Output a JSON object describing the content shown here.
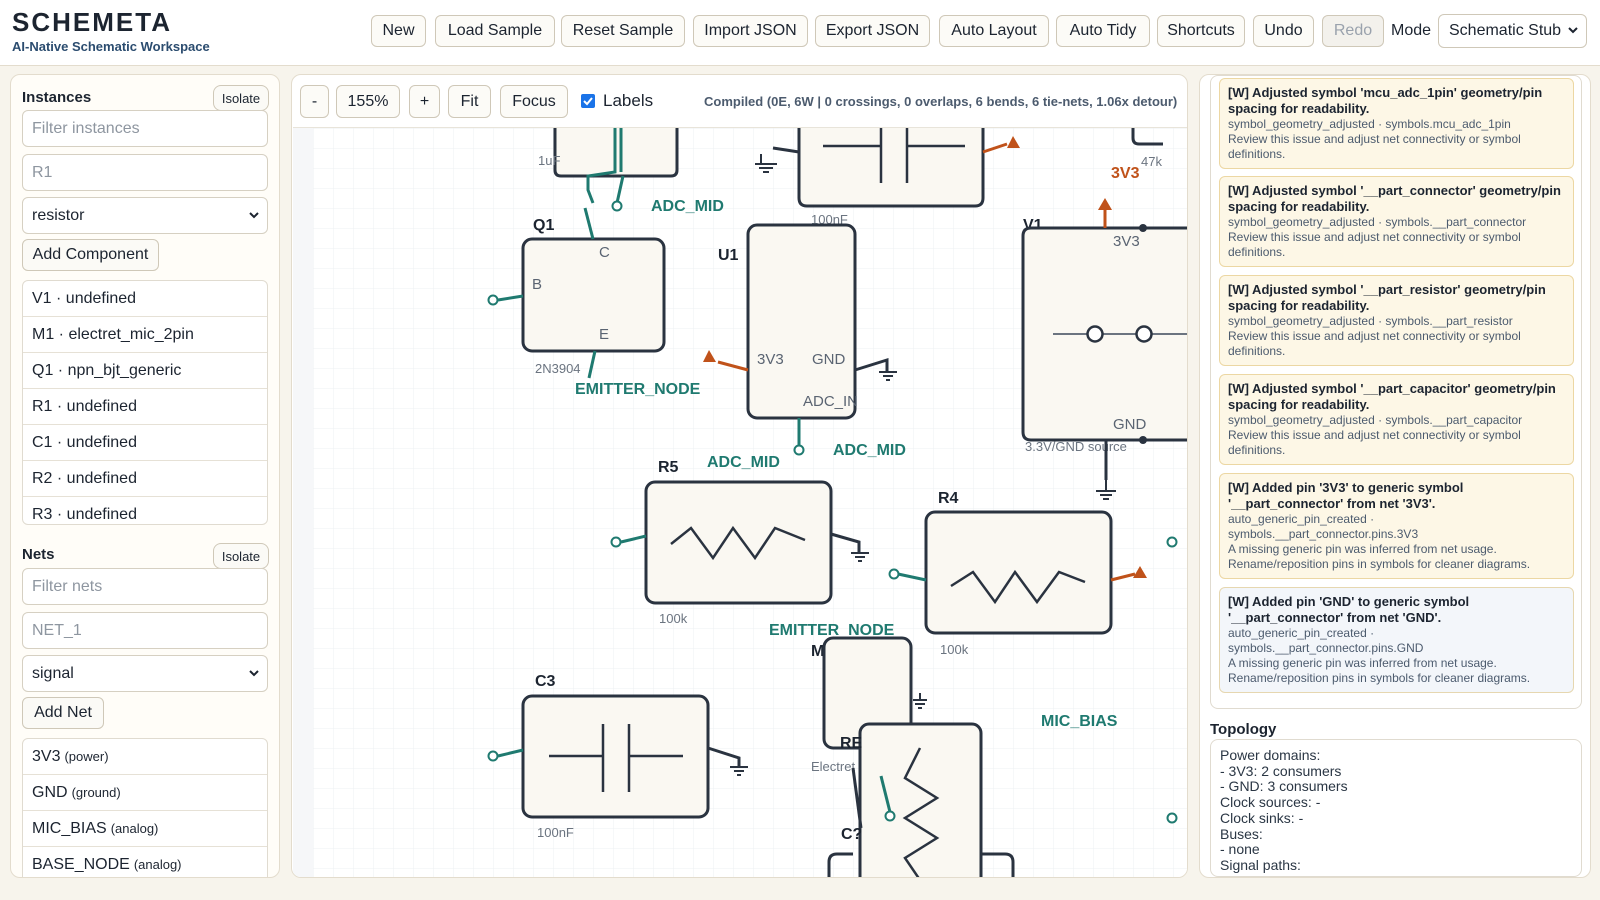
{
  "app": {
    "title": "SCHEMETA",
    "subtitle": "AI-Native Schematic Workspace"
  },
  "toolbar": {
    "buttons": [
      "New",
      "Load Sample",
      "Reset Sample",
      "Import JSON",
      "Export JSON",
      "Auto Layout",
      "Auto Tidy",
      "Shortcuts",
      "Undo",
      "Redo"
    ],
    "mode_label": "Mode",
    "mode_value": "Schematic Stub"
  },
  "instances": {
    "heading": "Instances",
    "isolate": "Isolate",
    "filter_placeholder": "Filter instances",
    "ref_placeholder": "R1",
    "type_value": "resistor",
    "add_label": "Add Component",
    "items": [
      "V1 · undefined",
      "M1 · electret_mic_2pin",
      "Q1 · npn_bjt_generic",
      "R1 · undefined",
      "C1 · undefined",
      "R2 · undefined",
      "R3 · undefined"
    ]
  },
  "nets": {
    "heading": "Nets",
    "isolate": "Isolate",
    "filter_placeholder": "Filter nets",
    "name_placeholder": "NET_1",
    "type_value": "signal",
    "add_label": "Add Net",
    "items": [
      {
        "name": "3V3",
        "kind": "(power)"
      },
      {
        "name": "GND",
        "kind": "(ground)"
      },
      {
        "name": "MIC_BIAS",
        "kind": "(analog)"
      },
      {
        "name": "BASE_NODE",
        "kind": "(analog)"
      }
    ]
  },
  "canvas_toolbar": {
    "zoom_out": "-",
    "zoom": "155%",
    "zoom_in": "+",
    "fit": "Fit",
    "focus": "Focus",
    "labels": "Labels",
    "labels_checked": true,
    "status": "Compiled (0E, 6W | 0 crossings, 0 overlaps, 6 bends, 6 tie-nets, 1.06x detour)"
  },
  "schematic": {
    "refs": {
      "q1": "Q1",
      "u1": "U1",
      "v1": "V1",
      "r5": "R5",
      "r4": "R4",
      "c3": "C3",
      "m1": "M1",
      "re": "RE",
      "cq": "C?"
    },
    "pins": {
      "c": "C",
      "b": "B",
      "e": "E",
      "v3": "3V3",
      "gnd": "GND",
      "adc_in": "ADC_IN",
      "v1_3v3": "3V3",
      "v1_gnd": "GND"
    },
    "values": {
      "c_top": "1uF",
      "c_mid": "100nF",
      "r_top": "47k",
      "q1": "2N3904",
      "v1": "3.3V/GND source",
      "r5": "100k",
      "r4": "100k",
      "c3": "100nF",
      "m1": "Electret"
    },
    "nets": {
      "adc_mid_1": "ADC_MID",
      "adc_mid_2": "ADC_MID",
      "adc_mid_3": "ADC_MID",
      "emitter_1": "EMITTER_NODE",
      "emitter_2": "EMITTER_NODE",
      "v3_label": "3V3",
      "mic_bias": "MIC_BIAS"
    },
    "colors": {
      "wire": "#1f7a70",
      "power": "#c0521a",
      "body": "#2a3340",
      "fill": "#faf8f2"
    }
  },
  "issues": [
    {
      "title": "[W] Adjusted symbol 'mcu_adc_1pin' geometry/pin spacing for readability.",
      "meta": "symbol_geometry_adjusted · symbols.mcu_adc_1pin",
      "hint": "Review this issue and adjust net connectivity or symbol definitions."
    },
    {
      "title": "[W] Adjusted symbol '__part_connector' geometry/pin spacing for readability.",
      "meta": "symbol_geometry_adjusted · symbols.__part_connector",
      "hint": "Review this issue and adjust net connectivity or symbol definitions."
    },
    {
      "title": "[W] Adjusted symbol '__part_resistor' geometry/pin spacing for readability.",
      "meta": "symbol_geometry_adjusted · symbols.__part_resistor",
      "hint": "Review this issue and adjust net connectivity or symbol definitions."
    },
    {
      "title": "[W] Adjusted symbol '__part_capacitor' geometry/pin spacing for readability.",
      "meta": "symbol_geometry_adjusted · symbols.__part_capacitor",
      "hint": "Review this issue and adjust net connectivity or symbol definitions."
    },
    {
      "title": "[W] Added pin '3V3' to generic symbol '__part_connector' from net '3V3'.",
      "meta": "auto_generic_pin_created · symbols.__part_connector.pins.3V3",
      "hint": "A missing generic pin was inferred from net usage. Rename/reposition pins in symbols for cleaner diagrams."
    },
    {
      "title": "[W] Added pin 'GND' to generic symbol '__part_connector' from net 'GND'.",
      "meta": "auto_generic_pin_created · symbols.__part_connector.pins.GND",
      "hint": "A missing generic pin was inferred from net usage. Rename/reposition pins in symbols for cleaner diagrams."
    }
  ],
  "topology": {
    "heading": "Topology",
    "lines": [
      "Power domains:",
      "- 3V3: 2 consumers",
      "- GND: 3 consumers",
      "Clock sources: -",
      "Clock sinks: -",
      "Buses:",
      "- none",
      "Signal paths:"
    ]
  }
}
